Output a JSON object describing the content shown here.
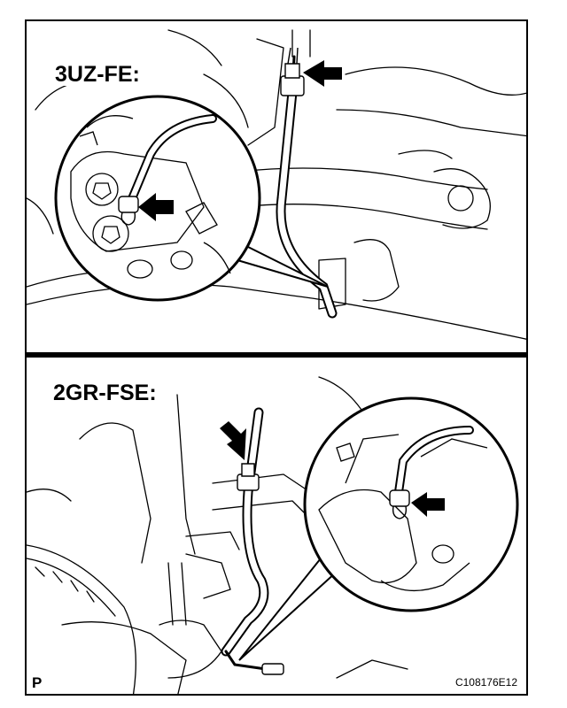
{
  "labels": {
    "engine_top": "3UZ-FE:",
    "engine_bottom": "2GR-FSE:",
    "corner_letter": "P",
    "figure_code": "C108176E12"
  },
  "colors": {
    "ink": "#000000",
    "paper": "#ffffff"
  },
  "icons": [
    "arrow-icon",
    "hose-clip-icon"
  ]
}
